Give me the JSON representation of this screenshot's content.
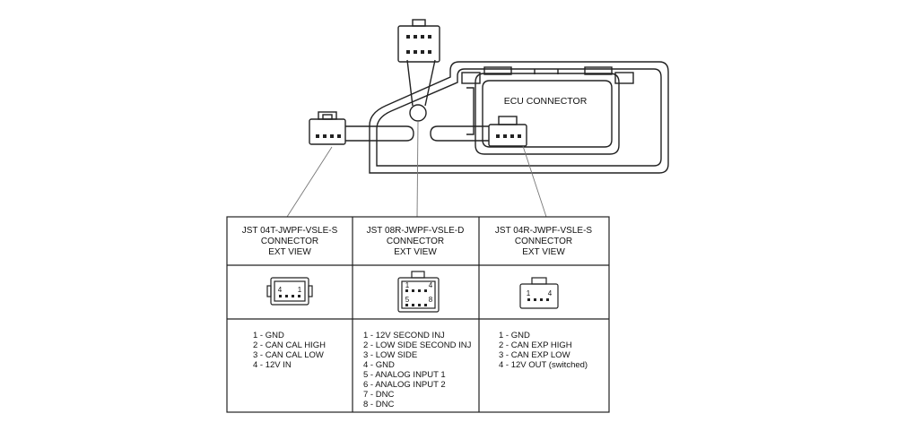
{
  "ecu": {
    "label": "ECU CONNECTOR"
  },
  "connectors": [
    {
      "id": "c1",
      "header": [
        "JST 04T-JWPF-VSLE-S",
        "CONNECTOR",
        "EXT VIEW"
      ],
      "pin_markers": [
        "4",
        "1"
      ],
      "pins": [
        "1 - GND",
        "2 - CAN CAL HIGH",
        "3 - CAN CAL LOW",
        "4 - 12V IN"
      ]
    },
    {
      "id": "c2",
      "header": [
        "JST 08R-JWPF-VSLE-D",
        "CONNECTOR",
        "EXT VIEW"
      ],
      "pin_markers": [
        "1",
        "4",
        "5",
        "8"
      ],
      "pins": [
        "1 - 12V SECOND INJ",
        "2 - LOW SIDE SECOND INJ",
        "3 - LOW SIDE",
        "4 - GND",
        "5 - ANALOG INPUT 1",
        "6 - ANALOG INPUT 2",
        "7 - DNC",
        "8 - DNC"
      ]
    },
    {
      "id": "c3",
      "header": [
        "JST 04R-JWPF-VSLE-S",
        "CONNECTOR",
        "EXT VIEW"
      ],
      "pin_markers": [
        "1",
        "4"
      ],
      "pins": [
        "1 - GND",
        "2 - CAN EXP HIGH",
        "3 - CAN EXP LOW",
        "4 - 12V OUT (switched)"
      ]
    }
  ]
}
